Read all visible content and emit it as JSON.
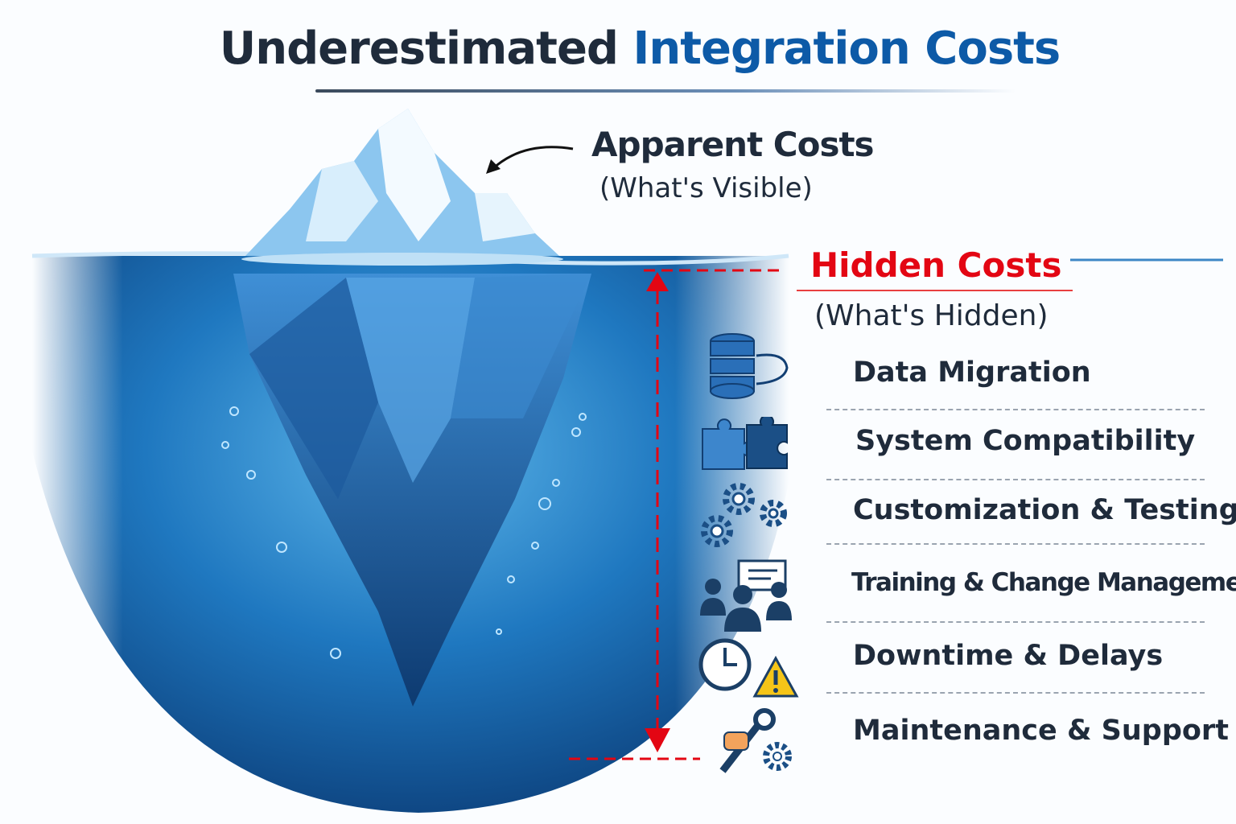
{
  "title": {
    "part1": "Underestimated",
    "part2": "Integration Costs"
  },
  "apparent": {
    "label": "Apparent Costs",
    "sub": "(What's Visible)"
  },
  "hidden": {
    "label": "Hidden Costs",
    "sub": "(What's Hidden)"
  },
  "items": [
    {
      "label": "Data Migration",
      "icon": "database-icon"
    },
    {
      "label": "System Compatibility",
      "icon": "puzzle-icon"
    },
    {
      "label": "Customization & Testing",
      "icon": "gears-icon"
    },
    {
      "label": "Training & Change Management",
      "icon": "people-presentation-icon"
    },
    {
      "label": "Downtime & Delays",
      "icon": "clock-warning-icon"
    },
    {
      "label": "Maintenance & Support",
      "icon": "wrench-gear-icon"
    }
  ],
  "colors": {
    "accent_blue": "#0d5aa7",
    "hidden_red": "#e30613",
    "text_dark": "#1f2b3b",
    "water": "#1f6fb5"
  }
}
